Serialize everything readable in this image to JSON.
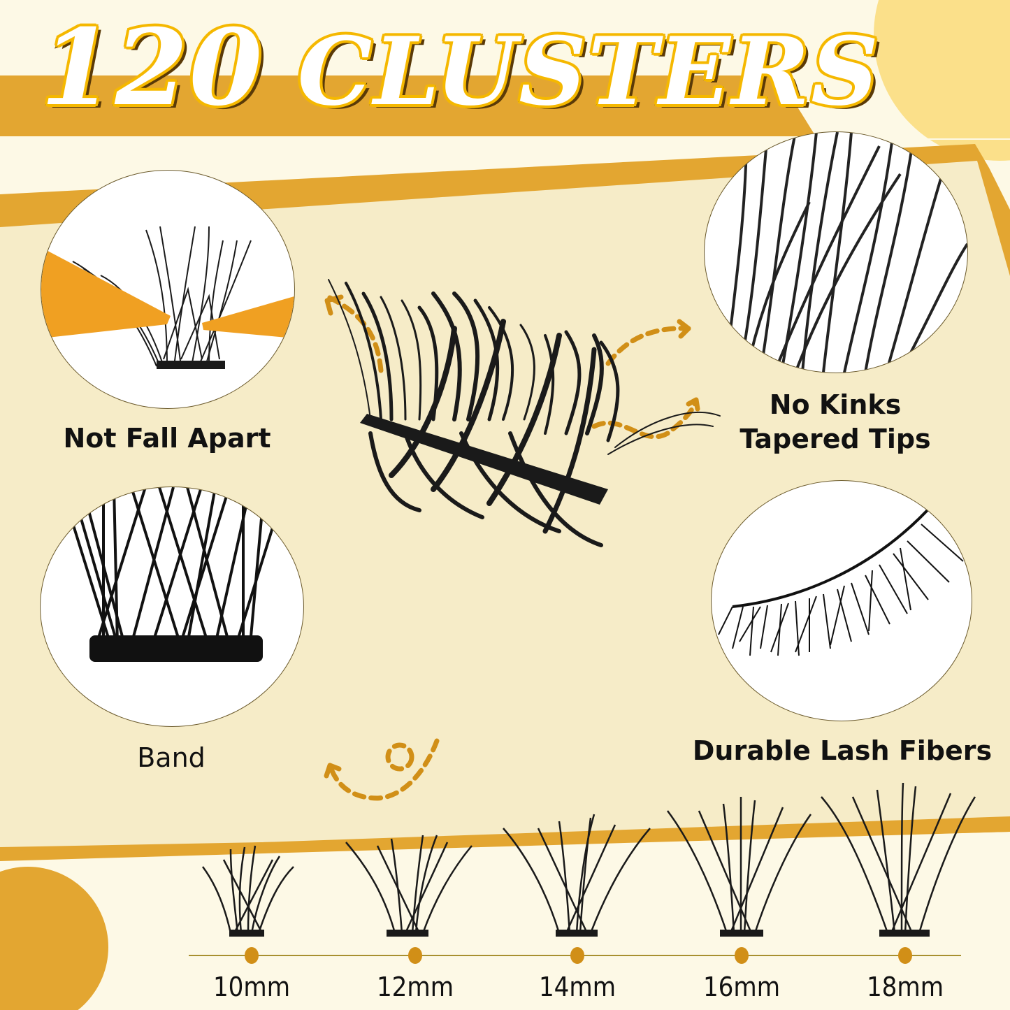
{
  "title": {
    "number": "120",
    "word": "CLUSTERS"
  },
  "features": [
    {
      "id": "not-fall-apart",
      "label": "Not Fall Apart"
    },
    {
      "id": "band",
      "label": "Band"
    },
    {
      "id": "no-kinks",
      "label_line1": "No Kinks",
      "label_line2": "Tapered Tips"
    },
    {
      "id": "durable",
      "label": "Durable Lash Fibers"
    }
  ],
  "lengths": [
    {
      "label": "10mm"
    },
    {
      "label": "12mm"
    },
    {
      "label": "14mm"
    },
    {
      "label": "16mm"
    },
    {
      "label": "18mm"
    }
  ],
  "colors": {
    "background": "#fdf9e6",
    "panel": "#f6ecc8",
    "accent_orange": "#e3a631",
    "accent_light": "#fbe08a",
    "dot": "#d18f17",
    "arrow": "#d18f17",
    "tweezer": "#f0a022"
  }
}
